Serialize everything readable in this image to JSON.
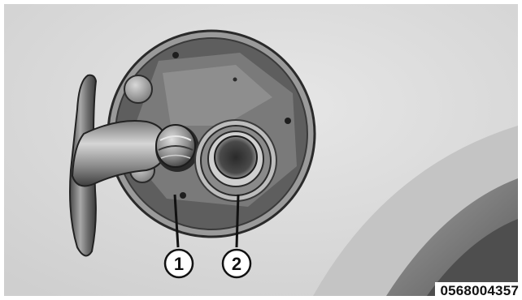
{
  "figure": {
    "image_id": "0568004357",
    "callouts": [
      {
        "label": "1"
      },
      {
        "label": "2"
      }
    ]
  }
}
